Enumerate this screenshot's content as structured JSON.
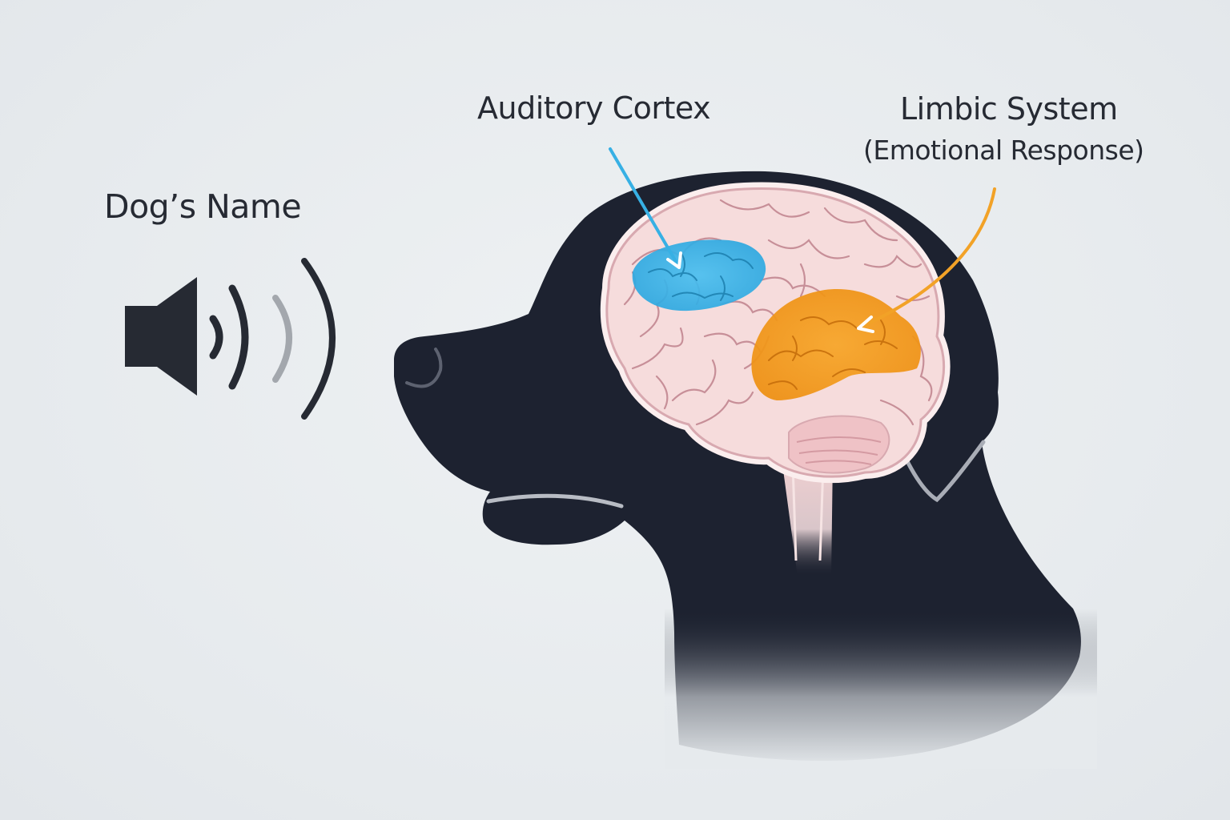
{
  "sound": {
    "label": "Dog’s Name",
    "icon": "speaker-icon"
  },
  "labels": {
    "auditory_cortex": "Auditory Cortex",
    "limbic_system": "Limbic System",
    "limbic_subtitle": "(Emotional Response)"
  },
  "colors": {
    "silhouette": "#1d2230",
    "brain": "#f6dcdc",
    "brain_lines": "#c78f98",
    "auditory_highlight": "#3bb4e6",
    "limbic_highlight": "#f39a1e",
    "text": "#262a33"
  }
}
